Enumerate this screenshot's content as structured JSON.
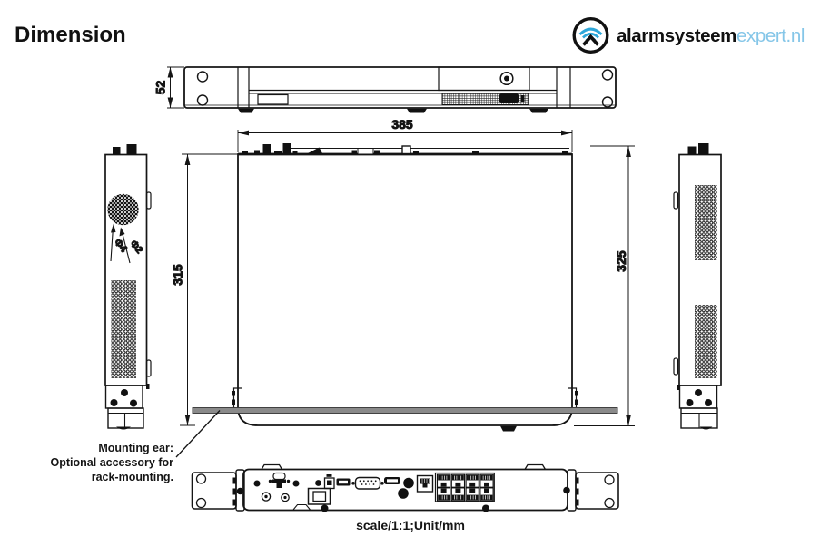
{
  "title": "Dimension",
  "logo": {
    "brand_bold": "alarmsysteem",
    "brand_light": "expert.nl"
  },
  "dimensions": {
    "front_height_mm": "52",
    "width_mm": "385",
    "depth_mm": "315",
    "total_depth_mm": "325"
  },
  "annotations": {
    "vent_hole_large": "Φ4",
    "vent_hole_small": "Φ2",
    "mounting_line1": "Mounting ear:",
    "mounting_line2": "Optional accessory for",
    "mounting_line3": "rack-mounting.",
    "scale_note": "scale/1:1;Unit/mm"
  },
  "colors": {
    "line": "#151515",
    "logo_blue": "#2da7d9",
    "logo_light_blue": "#85c6e8",
    "mount_bar_gray": "#8a8a8a"
  }
}
